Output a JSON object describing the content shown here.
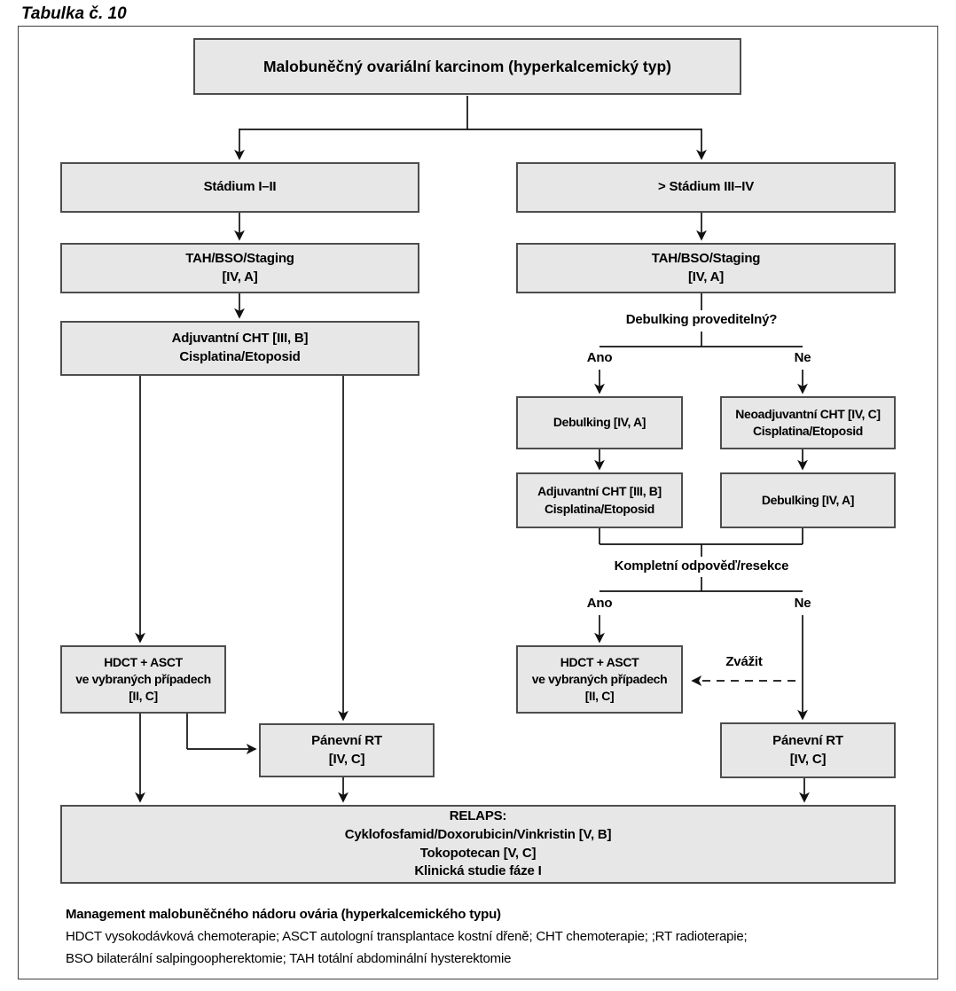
{
  "heading": "Tabulka č. 10",
  "colors": {
    "box_fill": "#e7e7e7",
    "box_border": "#4d4d4d",
    "line": "#111111"
  },
  "diagram": {
    "nodes": {
      "main": {
        "label": "Malobuněčný ovariální karcinom (hyperkalcemický typ)"
      },
      "stage12": {
        "label": "Stádium I–II"
      },
      "tah_staging_left": {
        "label": "TAH/BSO/Staging\n[IV, A]"
      },
      "adjuvant_left": {
        "label": "Adjuvantní CHT [III, B]\nCisplatina/Etoposid"
      },
      "hdct_left": {
        "label": "HDCT + ASCT\nve vybraných případech\n[II, C]"
      },
      "pelvic_rt_left": {
        "label": "Pánevní RT\n[IV, C]"
      },
      "stage34": {
        "label": "> Stádium III–IV"
      },
      "tah_staging_right": {
        "label": "TAH/BSO/Staging\n[IV, A]"
      },
      "debulking_yes": {
        "label": "Debulking [IV, A]"
      },
      "neoadjuvant": {
        "label": "Neoadjuvantní CHT [IV, C]\nCisplatina/Etoposid"
      },
      "adjuvant_right": {
        "label": "Adjuvantní CHT [III, B]\nCisplatina/Etoposid"
      },
      "debulking_after": {
        "label": "Debulking [IV, A]"
      },
      "hdct_right": {
        "label": "HDCT + ASCT\nve vybraných případech\n[II, C]"
      },
      "pelvic_rt_right": {
        "label": "Pánevní RT\n[IV, C]"
      },
      "relaps": {
        "label": "RELAPS:\nCyklofosfamid/Doxorubicin/Vinkristin [V, B]\nTokopotecan [V, C]\nKlinická studie fáze I"
      }
    },
    "decision1": {
      "question": "Debulking proveditelný?",
      "yes": "Ano",
      "no": "Ne"
    },
    "decision2": {
      "question": "Kompletní odpověď/resekce",
      "yes": "Ano",
      "no": "Ne"
    },
    "consider_label": "Zvážit"
  },
  "footer": {
    "title": "Management malobuněčného nádoru ovária (hyperkalcemického typu)",
    "line1": "HDCT vysokodávková chemoterapie; ASCT autologní transplantace kostní dřeně; CHT chemoterapie; ;RT radioterapie;",
    "line2": "BSO bilaterální salpingoopherektomie; TAH totální abdominální hysterektomie"
  }
}
